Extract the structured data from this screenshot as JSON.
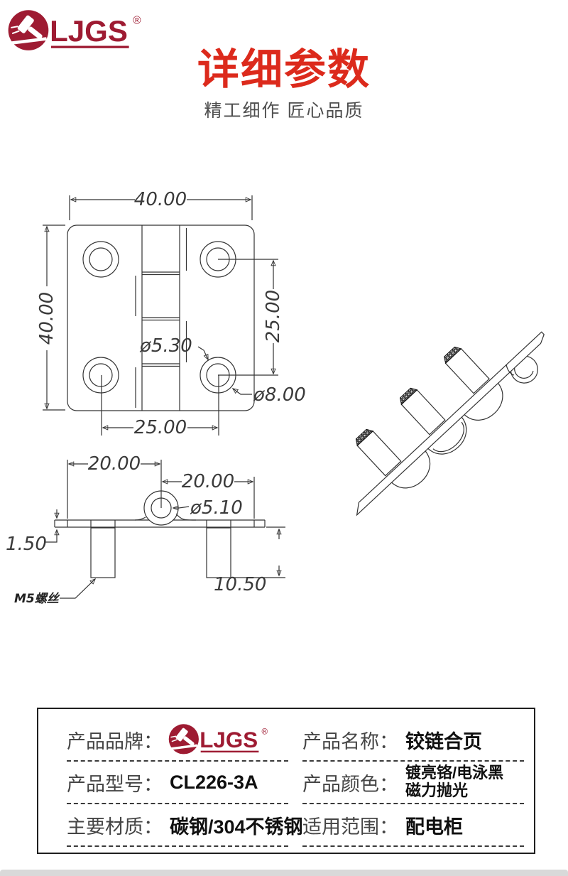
{
  "brand": {
    "name": "LJGS",
    "reg": "®"
  },
  "header": {
    "title": "详细参数",
    "subtitle": "精工细作 匠心品质"
  },
  "colors": {
    "brand_red": "#9E1B32",
    "title_red": "#DC2A1C",
    "cad_line": "#333333",
    "bottom_bar": "#D9D9D9"
  },
  "drawings": {
    "top_view": {
      "overall_width": "40.00",
      "overall_height": "40.00",
      "hole_spacing_vertical": "25.00",
      "hole_spacing_horizontal": "25.00",
      "pin_hole_diameter": "ø5.30",
      "mount_hole_diameter": "ø8.00"
    },
    "side_view": {
      "left_leaf_width": "20.00",
      "right_leaf_width": "20.00",
      "pin_diameter": "ø5.10",
      "plate_thickness": "1.50",
      "screw_length": "10.50",
      "screw_label": "M5螺丝"
    }
  },
  "spec_table": {
    "colon": "：",
    "rows": [
      {
        "left_label": "产品品牌",
        "right_label": "产品名称",
        "right_value": "铰链合页"
      },
      {
        "left_label": "产品型号",
        "left_value": "CL226-3A",
        "right_label": "产品颜色",
        "right_value": "镀亮铬/电泳黑",
        "right_value_line2": "磁力抛光"
      },
      {
        "left_label": "主要材质",
        "left_value": "碳钢/304不锈钢",
        "right_label": "适用范围",
        "right_value": "配电柜"
      }
    ]
  }
}
